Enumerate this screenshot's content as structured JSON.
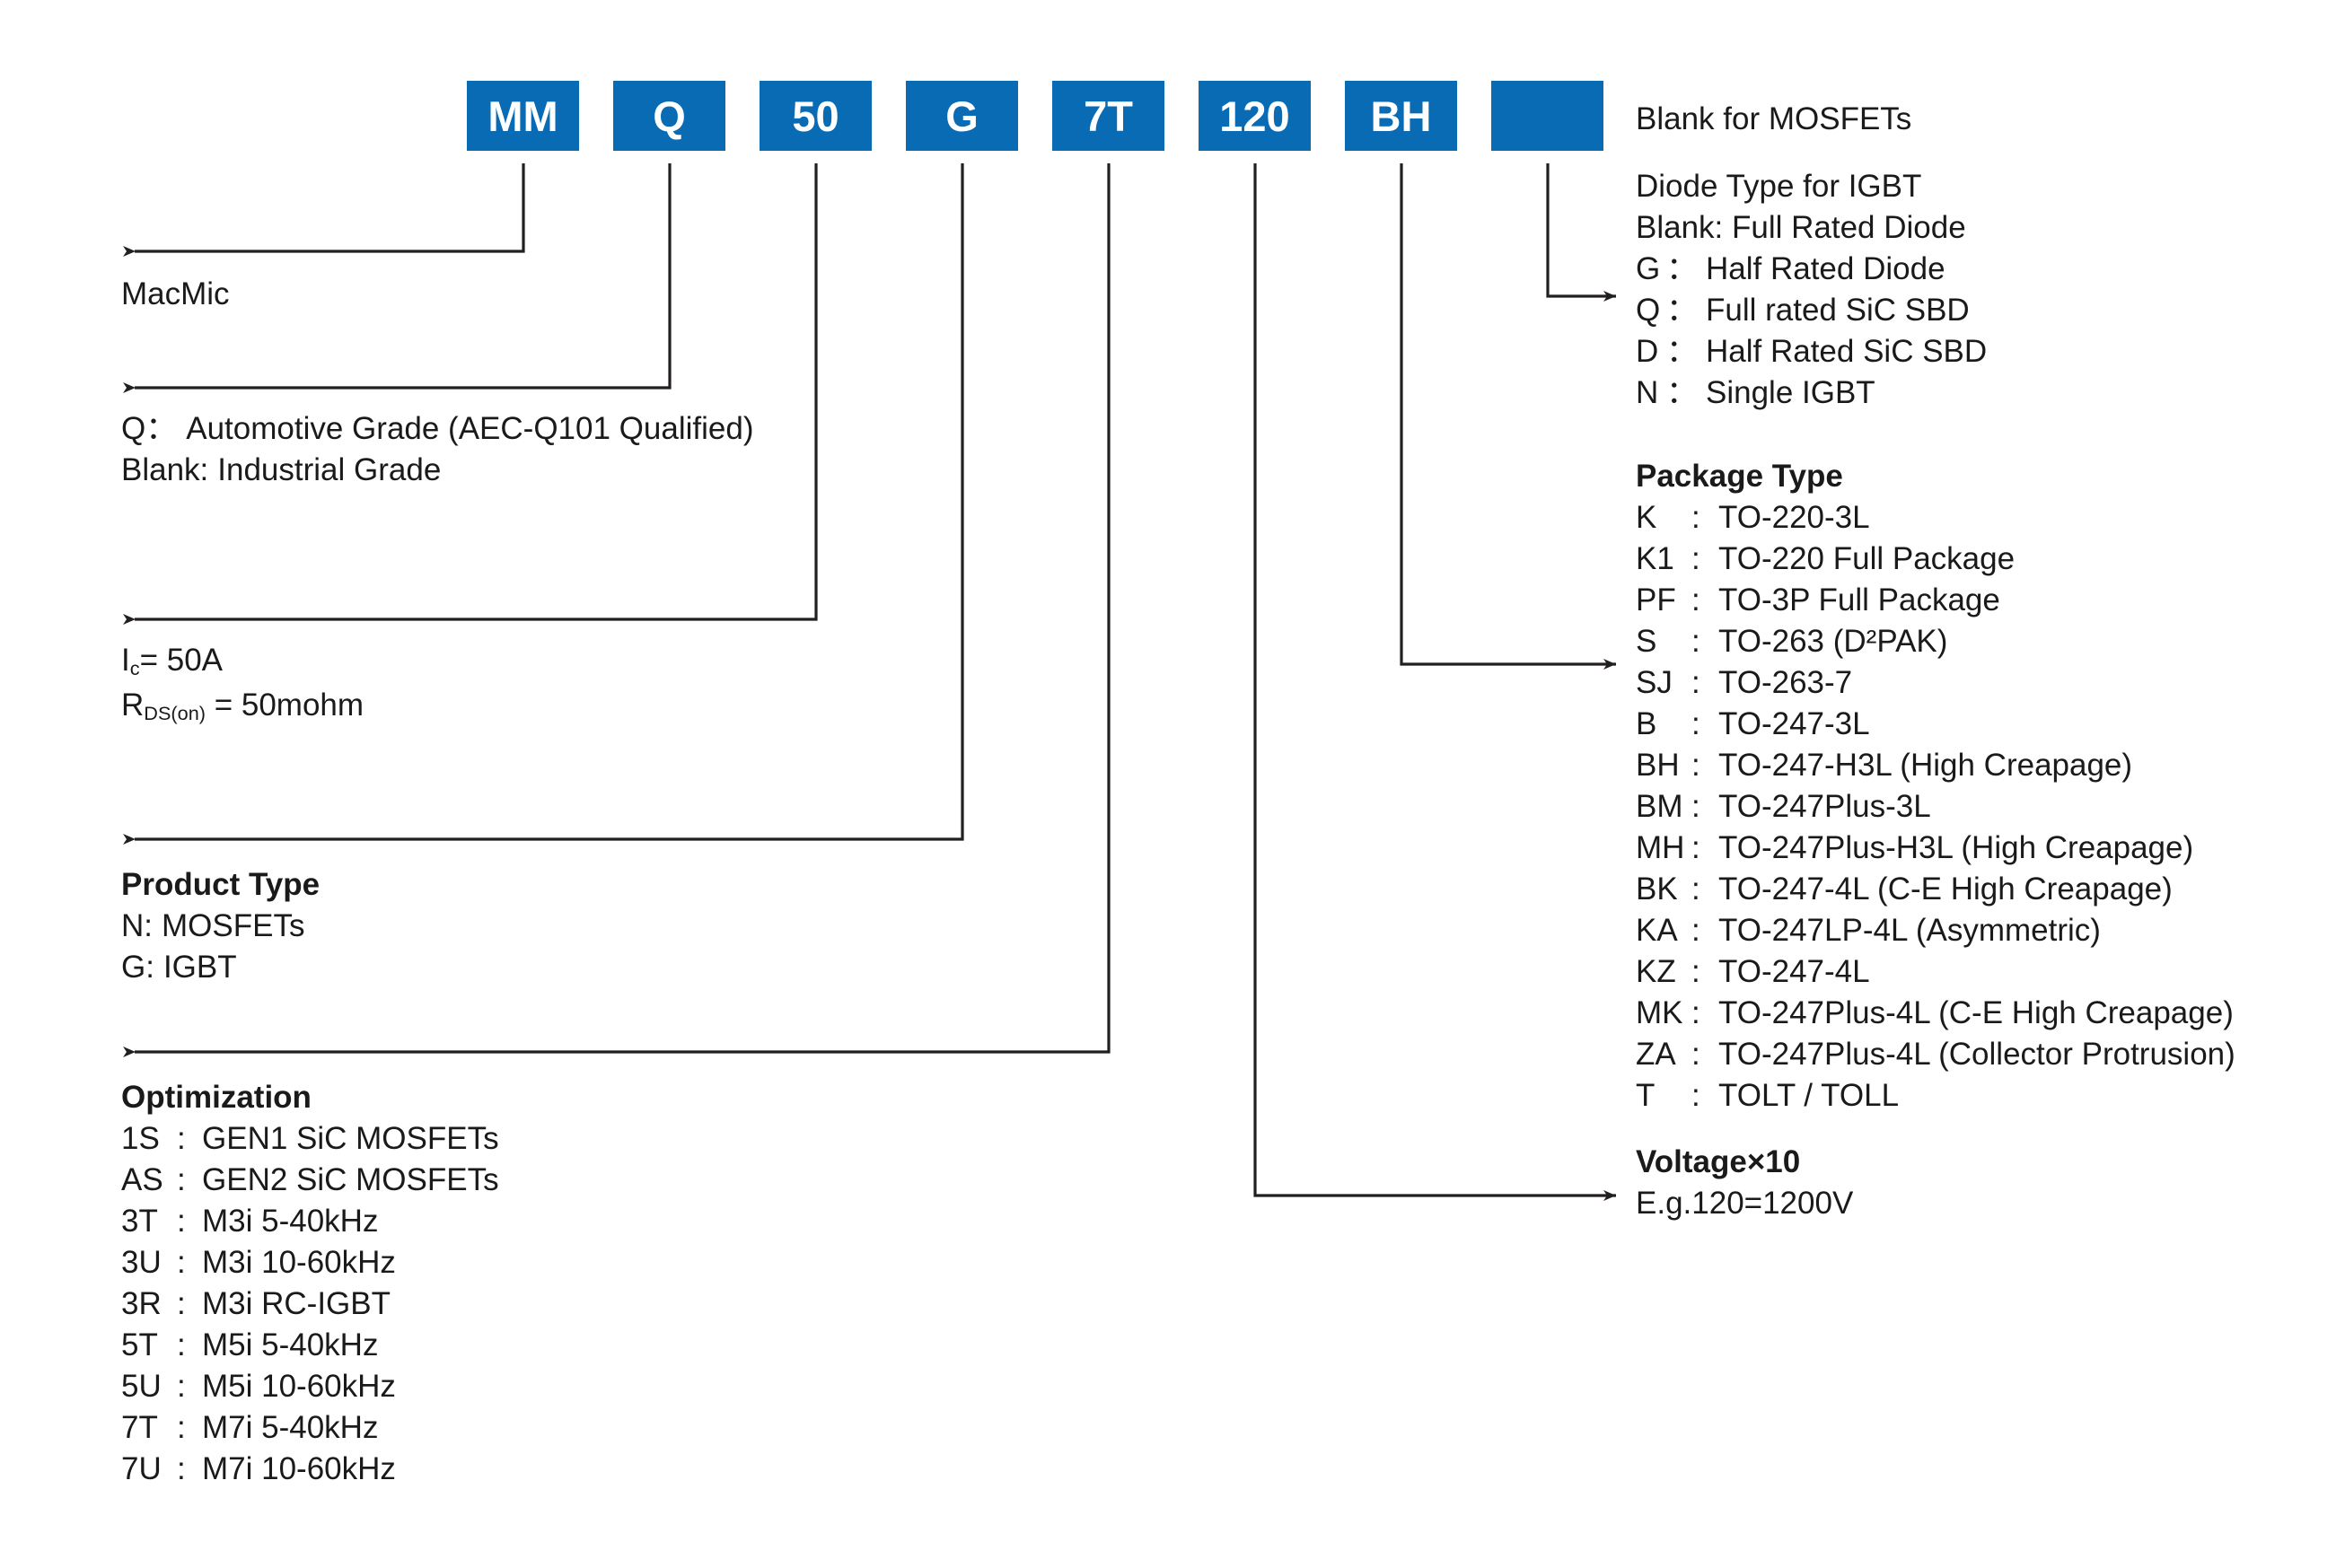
{
  "part_number": {
    "segments": [
      {
        "code": "MM",
        "name": "prefix"
      },
      {
        "code": "Q",
        "name": "grade"
      },
      {
        "code": "50",
        "name": "current"
      },
      {
        "code": "G",
        "name": "product-type"
      },
      {
        "code": "7T",
        "name": "optimization"
      },
      {
        "code": "120",
        "name": "voltage"
      },
      {
        "code": "BH",
        "name": "package"
      },
      {
        "code": "",
        "name": "diode-type"
      }
    ],
    "box_color": "#0A6BB5",
    "box_text_color": "#FFFFFF"
  },
  "prefix": {
    "lines": [
      "MacMic"
    ]
  },
  "grade": {
    "rows": [
      {
        "k": "Q",
        "sep": "：",
        "v": "Automotive Grade (AEC-Q101 Qualified)"
      },
      {
        "k": "Blank:",
        "sep": "",
        "v": "Industrial Grade"
      }
    ]
  },
  "current": {
    "line1_prefix": "I",
    "line1_sub": "c",
    "line1_rest": "= 50A",
    "line2_prefix": "R",
    "line2_sub": "DS(on)",
    "line2_rest": " = 50mohm"
  },
  "product_type": {
    "header": "Product Type",
    "rows": [
      {
        "k": "N:",
        "sep": "",
        "v": "MOSFETs"
      },
      {
        "k": "G:",
        "sep": "",
        "v": "IGBT"
      }
    ]
  },
  "optimization": {
    "header": "Optimization",
    "rows": [
      {
        "k": "1S",
        "sep": ":",
        "v": "GEN1 SiC MOSFETs"
      },
      {
        "k": "AS",
        "sep": ":",
        "v": "GEN2 SiC MOSFETs"
      },
      {
        "k": "3T",
        "sep": ":",
        "v": "M3i 5-40kHz"
      },
      {
        "k": "3U",
        "sep": ":",
        "v": "M3i 10-60kHz"
      },
      {
        "k": "3R",
        "sep": ":",
        "v": "M3i RC-IGBT"
      },
      {
        "k": "5T",
        "sep": ":",
        "v": "M5i 5-40kHz"
      },
      {
        "k": "5U",
        "sep": ":",
        "v": "M5i 10-60kHz"
      },
      {
        "k": "7T",
        "sep": ":",
        "v": "M7i 5-40kHz"
      },
      {
        "k": "7U",
        "sep": ":",
        "v": "M7i 10-60kHz"
      }
    ]
  },
  "mosfet_note": {
    "text": "Blank for MOSFETs"
  },
  "diode_type": {
    "header": "Diode Type for IGBT",
    "blank_line": "Blank: Full Rated Diode",
    "rows": [
      {
        "k": "G",
        "sep": "：",
        "v": "Half Rated Diode"
      },
      {
        "k": "Q",
        "sep": "：",
        "v": "Full rated SiC SBD"
      },
      {
        "k": "D",
        "sep": "：",
        "v": "Half Rated SiC SBD"
      },
      {
        "k": "N",
        "sep": "：",
        "v": "Single IGBT"
      }
    ]
  },
  "package_type": {
    "header": "Package Type",
    "rows": [
      {
        "k": "K",
        "sep": ":",
        "v": "TO-220-3L"
      },
      {
        "k": "K1",
        "sep": ":",
        "v": "TO-220 Full Package"
      },
      {
        "k": "PF",
        "sep": ":",
        "v": "TO-3P Full Package"
      },
      {
        "k": "S",
        "sep": ":",
        "v": "TO-263 (D²PAK)"
      },
      {
        "k": "SJ",
        "sep": ":",
        "v": "TO-263-7"
      },
      {
        "k": "B",
        "sep": ":",
        "v": "TO-247-3L"
      },
      {
        "k": "BH",
        "sep": ":",
        "v": "TO-247-H3L (High Creapage)"
      },
      {
        "k": "BM",
        "sep": ":",
        "v": "TO-247Plus-3L"
      },
      {
        "k": "MH",
        "sep": ":",
        "v": "TO-247Plus-H3L (High Creapage)"
      },
      {
        "k": "BK",
        "sep": ":",
        "v": "TO-247-4L (C-E High Creapage)"
      },
      {
        "k": "KA",
        "sep": ":",
        "v": "TO-247LP-4L (Asymmetric)"
      },
      {
        "k": "KZ",
        "sep": ":",
        "v": "TO-247-4L"
      },
      {
        "k": "MK",
        "sep": ":",
        "v": "TO-247Plus-4L (C-E High Creapage)"
      },
      {
        "k": "ZA",
        "sep": ":",
        "v": "TO-247Plus-4L (Collector Protrusion)"
      },
      {
        "k": "T",
        "sep": ":",
        "v": "TOLT / TOLL"
      }
    ]
  },
  "voltage": {
    "header": "Voltage×10",
    "example": "E.g.120=1200V"
  }
}
